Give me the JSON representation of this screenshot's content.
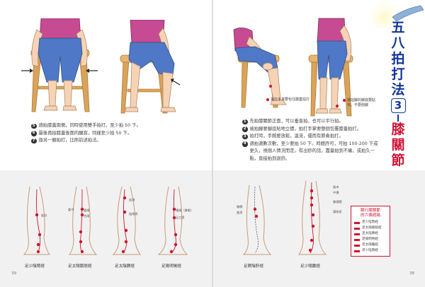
{
  "book": {
    "title_chars": [
      "五",
      "八",
      "拍",
      "打",
      "法"
    ],
    "title_number": "3",
    "subtitle_chars": [
      "膝",
      "關",
      "節"
    ],
    "page_left": "39",
    "page_right": "38"
  },
  "left_page": {
    "steps": [
      {
        "num": "5",
        "text": "適拍膝蓋兩側，同時使用雙手拍打，至少拍 50 下。"
      },
      {
        "num": "6",
        "text": "最後再拍膝蓋後面的膕窩，同樣至少拍 50 下。"
      },
      {
        "num": "7",
        "text": "換另一腳拍打，比照前述拍法。"
      }
    ]
  },
  "right_page": {
    "steps": [
      {
        "num": "1",
        "text": "先拍膝關節正面，可以垂直拍，也可以平行拍。"
      },
      {
        "num": "2",
        "text": "被拍腳要腳底貼地立穩，拍打手掌要整個包覆膝蓋拍打。"
      },
      {
        "num": "3",
        "text": "拍打時，手腕要放鬆，溫流，優而有節奏拍打。"
      },
      {
        "num": "4",
        "text": "適拍適數次數，至少要拍 50 下。時間許可，可拍 100-200 下或更久，視個人情況而定。有出痧的話，盡量拍到不痛，或拍久一點，直接拍到退痧。"
      }
    ],
    "callouts": [
      {
        "text": "拍打手掌要包住膝蓋拍打"
      },
      {
        "text": "被拍腳的腳底要貼地，不要翹腳"
      }
    ]
  },
  "meridians": {
    "left": [
      {
        "name": "足少陰腎經",
        "points": [
          "陰谷"
        ]
      },
      {
        "name": "足太陽膀胱經",
        "points": [
          "委中",
          "委陽",
          "合陽"
        ]
      },
      {
        "name": "足太陰脾經",
        "points": [
          "血海",
          "陰陵泉"
        ]
      },
      {
        "name": "足陽明胃經",
        "points": [
          "犢鼻（膝眼）",
          "足三里"
        ]
      }
    ],
    "right": [
      {
        "name": "足厥陰肝經",
        "points": [
          "膝關",
          "曲泉"
        ]
      },
      {
        "name": "足少陽膽經",
        "points": [
          "風市",
          "中瀆",
          "膝陽關",
          "陽陵泉"
        ]
      }
    ]
  },
  "legend": {
    "title_lines": [
      "膝行膝關節",
      "的六條經絡"
    ],
    "items": [
      {
        "label": "足少陰腎經",
        "color": "#d0142c"
      },
      {
        "label": "足太陽膀胱經",
        "color": "#d0142c"
      },
      {
        "label": "足太陰脾經",
        "color": "#d0142c"
      },
      {
        "label": "足陽明胃經",
        "color": "#d0142c"
      },
      {
        "label": "足太陽膽經",
        "color": "#d0142c"
      },
      {
        "label": "足少陰腎經",
        "color": "#d0142c"
      }
    ]
  },
  "colors": {
    "accent_red": "#d0142c",
    "title_blue": "#12349a",
    "jeans": "#4f79c6",
    "shirt": "#c64b92",
    "stool": "#d9a35a",
    "skin": "#f6d3b5"
  }
}
